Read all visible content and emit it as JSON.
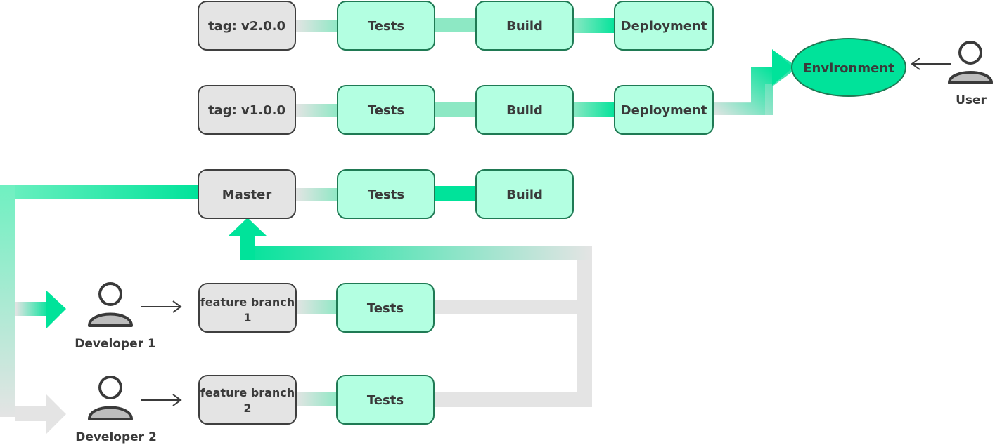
{
  "colors": {
    "accent_green": "#00e39a",
    "light_green_fill": "#b3ffe1",
    "green_stroke": "#1f7a54",
    "gray_fill": "#e4e4e4",
    "gray_stroke": "#3f3f3f",
    "connector_gray": "#e4e4e4",
    "text": "#3a3a3a"
  },
  "rows": {
    "tag_v2": {
      "tag": "tag: v2.0.0",
      "tests": "Tests",
      "build": "Build",
      "deployment": "Deployment"
    },
    "tag_v1": {
      "tag": "tag: v1.0.0",
      "tests": "Tests",
      "build": "Build",
      "deployment": "Deployment"
    },
    "master": {
      "label": "Master",
      "tests": "Tests",
      "build": "Build"
    },
    "feature_1": {
      "label_line1": "feature branch",
      "label_line2": "1",
      "tests": "Tests"
    },
    "feature_2": {
      "label_line1": "feature branch",
      "label_line2": "2",
      "tests": "Tests"
    }
  },
  "environment": {
    "label": "Environment"
  },
  "people": {
    "user": {
      "label": "User",
      "icon": "user-icon"
    },
    "developer_1": {
      "label": "Developer 1",
      "icon": "user-icon"
    },
    "developer_2": {
      "label": "Developer 2",
      "icon": "user-icon"
    }
  }
}
